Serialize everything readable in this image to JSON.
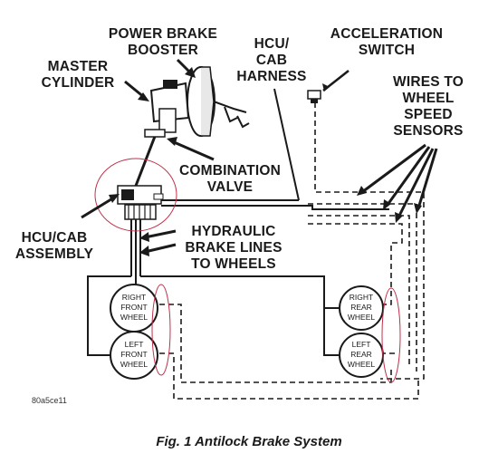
{
  "labels": {
    "power_brake_booster_1": "POWER BRAKE",
    "power_brake_booster_2": "BOOSTER",
    "master_cylinder_1": "MASTER",
    "master_cylinder_2": "CYLINDER",
    "hcu_cab_harness_1": "HCU/",
    "hcu_cab_harness_2": "CAB",
    "hcu_cab_harness_3": "HARNESS",
    "acceleration_switch_1": "ACCELERATION",
    "acceleration_switch_2": "SWITCH",
    "wires_1": "WIRES TO",
    "wires_2": "WHEEL",
    "wires_3": "SPEED",
    "wires_4": "SENSORS",
    "combination_valve_1": "COMBINATION",
    "combination_valve_2": "VALVE",
    "hcu_cab_assembly_1": "HCU/CAB",
    "hcu_cab_assembly_2": "ASSEMBLY",
    "hydraulic_1": "HYDRAULIC",
    "hydraulic_2": "BRAKE LINES",
    "hydraulic_3": "TO WHEELS"
  },
  "wheels": {
    "right_front_1": "RIGHT",
    "right_front_2": "FRONT",
    "right_front_3": "WHEEL",
    "left_front_1": "LEFT",
    "left_front_2": "FRONT",
    "left_front_3": "WHEEL",
    "right_rear_1": "RIGHT",
    "right_rear_2": "REAR",
    "right_rear_3": "WHEEL",
    "left_rear_1": "LEFT",
    "left_rear_2": "REAR",
    "left_rear_3": "WHEEL"
  },
  "figure_code": "80a5ce11",
  "caption": "Fig. 1 Antilock Brake System",
  "colors": {
    "ink": "#1a1a1a",
    "highlight": "#c0304a"
  }
}
